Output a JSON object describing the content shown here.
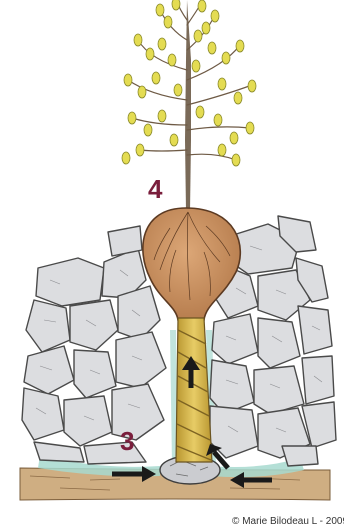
{
  "labels": {
    "step_4": "4",
    "step_3": "3"
  },
  "credit": "© Marie Bilodeau L - 2009",
  "colors": {
    "number": "#7a1e3c",
    "leaf": "#e4dc52",
    "leaf_outline": "#8a8a2a",
    "branch": "#6e5a45",
    "root_ball": "#c98f5e",
    "root_ball_outline": "#5c3a22",
    "rope": "#d8b64a",
    "stone": "#d9dadc",
    "stone_outline": "#4a4a4a",
    "soil": "#c9a77a",
    "water": "#9ad2c8",
    "arrow": "#1a1a1a"
  },
  "icons": {
    "up_arrow": "arrow-up-icon",
    "side_arrow": "arrow-inward-icon"
  }
}
